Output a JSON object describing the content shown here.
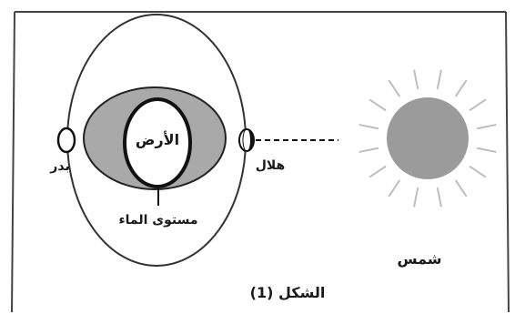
{
  "diagram": {
    "labels": {
      "earth": "الأرض",
      "water_level": "مستوى الماء",
      "full_moon": "بدر",
      "crescent": "هلال",
      "sun": "شمس",
      "caption": "الشكل (1)"
    },
    "colors": {
      "frame": "#3a3a3a",
      "water": "#a9a9a9",
      "sun": "#9b9b9b",
      "rays": "#bdbdbd",
      "line": "#111111"
    }
  }
}
